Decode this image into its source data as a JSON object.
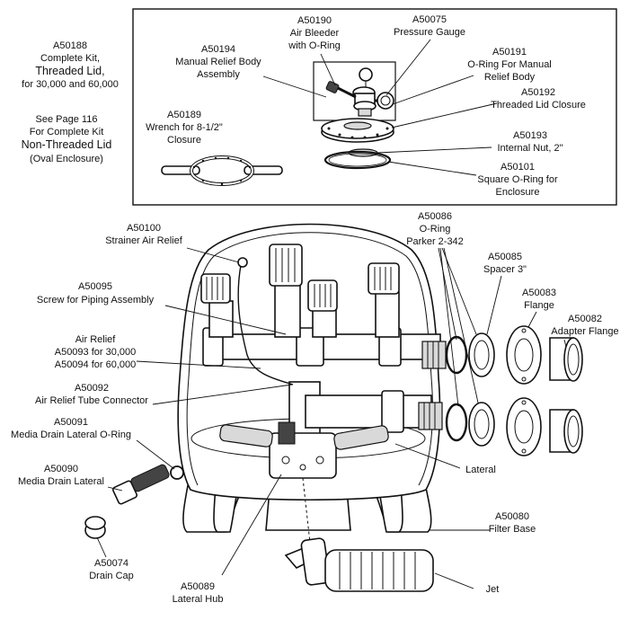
{
  "labels": {
    "kit_threaded_code": "A50188",
    "kit_threaded_l1": "Complete Kit,",
    "kit_threaded_l2": "Threaded Lid,",
    "kit_threaded_l3": "for 30,000 and 60,000",
    "see_page_l1": "See Page 116",
    "see_page_l2": "For Complete Kit",
    "see_page_l3": "Non-Threaded Lid",
    "see_page_l4": "(Oval Enclosure)",
    "wrench_code": "A50189",
    "wrench_l1": "Wrench for 8-1/2\"",
    "wrench_l2": "Closure",
    "relief_body_code": "A50194",
    "relief_body_l1": "Manual Relief Body",
    "relief_body_l2": "Assembly",
    "air_bleeder_code": "A50190",
    "air_bleeder_l1": "Air Bleeder",
    "air_bleeder_l2": "with O-Ring",
    "gauge_code": "A50075",
    "gauge_l1": "Pressure Gauge",
    "oring_relief_code": "A50191",
    "oring_relief_l1": "O-Ring For Manual",
    "oring_relief_l2": "Relief Body",
    "lid_closure_code": "A50192",
    "lid_closure_l1": "Threaded Lid Closure",
    "internal_nut_code": "A50193",
    "internal_nut_l1": "Internal Nut, 2\"",
    "square_oring_code": "A50101",
    "square_oring_l1": "Square O-Ring for",
    "square_oring_l2": "Enclosure",
    "strainer_code": "A50100",
    "strainer_l1": "Strainer Air Relief",
    "oring_parker_code": "A50086",
    "oring_parker_l1": "O-Ring",
    "oring_parker_l2": "Parker 2-342",
    "spacer_code": "A50085",
    "spacer_l1": "Spacer 3\"",
    "flange_code": "A50083",
    "flange_l1": "Flange",
    "adapter_code": "A50082",
    "adapter_l1": "Adapter Flange",
    "screw_code": "A50095",
    "screw_l1": "Screw  for Piping Assembly",
    "air_relief_l1": "Air Relief",
    "air_relief_l2": "A50093 for 30,000",
    "air_relief_l3": "A50094 for 60,000",
    "tube_conn_code": "A50092",
    "tube_conn_l1": "Air Relief Tube Connector",
    "media_oring_code": "A50091",
    "media_oring_l1": "Media Drain Lateral O-Ring",
    "media_lateral_code": "A50090",
    "media_lateral_l1": "Media Drain Lateral",
    "lateral_l1": "Lateral",
    "filter_base_code": "A50080",
    "filter_base_l1": "Filter Base",
    "drain_cap_code": "A50074",
    "drain_cap_l1": "Drain Cap",
    "lateral_hub_code": "A50089",
    "lateral_hub_l1": "Lateral Hub",
    "jet_l1": "Jet"
  }
}
